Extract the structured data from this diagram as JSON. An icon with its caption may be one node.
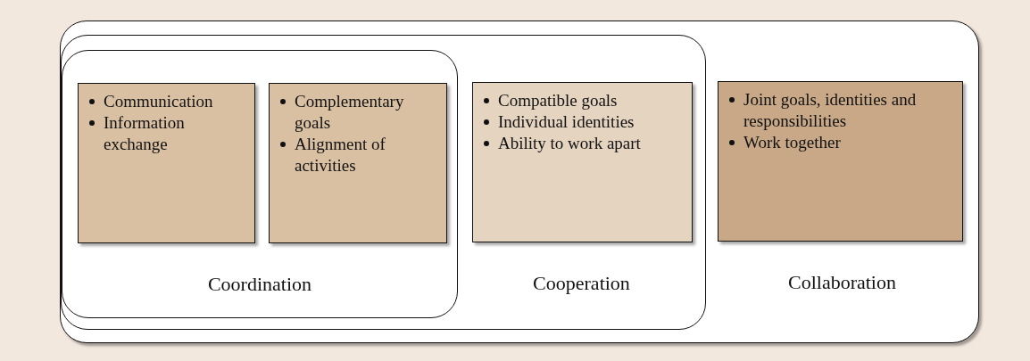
{
  "diagram": {
    "nodes": [
      {
        "text": [
          "Collaboration"
        ]
      },
      {
        "text": [
          "Cooperation"
        ],
        "in": 0
      },
      {
        "text": [
          "Coordination"
        ],
        "in": 1
      },
      {
        "text": [
          "Communication",
          "Information exchange"
        ],
        "in": 2
      },
      {
        "text": [
          "Complementary goals",
          "Alignment of activities"
        ],
        "in": 2
      },
      {
        "text": [
          "Compatible goals",
          "Individual identities",
          "Ability to work apart"
        ],
        "in": 1
      },
      {
        "text": [
          "Joint goals, identities and responsibilities",
          "Work together"
        ],
        "in": 0
      }
    ]
  }
}
